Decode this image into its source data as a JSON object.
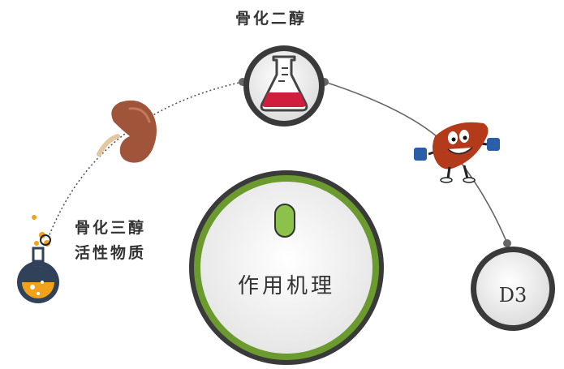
{
  "diagram": {
    "top_label": "骨化二醇",
    "left_label_line1": "骨化三醇",
    "left_label_line2": "活性物质",
    "center_label": "作用机理",
    "d3_label": "D3"
  },
  "icons": {
    "top": "flask-icon",
    "kidney": "kidney-icon",
    "liver": "liver-mascot-icon",
    "bottom_left": "round-flask-icon"
  },
  "colors": {
    "ring_dark": "#3a3a3a",
    "center_ring": "#6b9a2f",
    "accent_green": "#8cc14a",
    "flask_liquid": "#d01f3c",
    "kidney": "#a0553a",
    "liver": "#b33a1a",
    "bottom_flask_liquid": "#f2a21a"
  }
}
